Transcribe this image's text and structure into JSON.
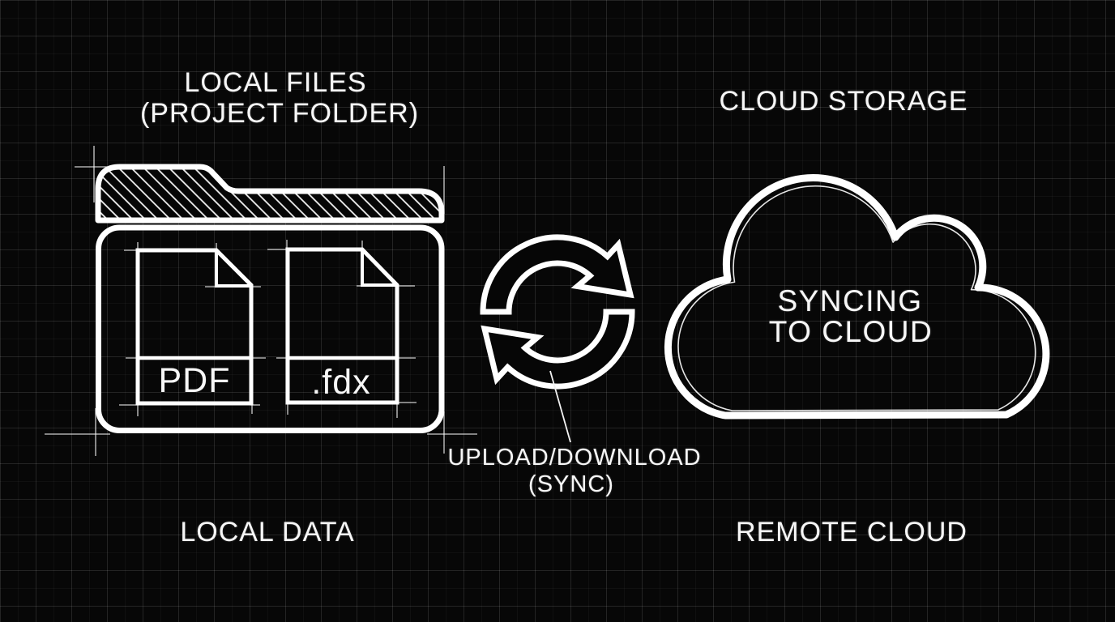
{
  "colors": {
    "background": "#070707",
    "line": "#FFFFFF",
    "grid_major": "#1F1F1F",
    "grid_minor": "#121212"
  },
  "left_section": {
    "title": "LOCAL FILES",
    "subtitle": "(PROJECT FOLDER)",
    "caption": "LOCAL DATA",
    "folder_icon": "folder-icon",
    "folder_files": [
      {
        "label": "PDF",
        "icon": "pdf-document-icon"
      },
      {
        "label": ".fdx",
        "icon": "fdx-document-icon"
      }
    ]
  },
  "center_section": {
    "icon": "sync-arrows-icon",
    "label_line1": "UPLOAD/DOWNLOAD",
    "label_line2": "(SYNC)"
  },
  "right_section": {
    "title": "CLOUD STORAGE",
    "icon": "cloud-icon",
    "cloud_text_line1": "SYNCING",
    "cloud_text_line2": "TO CLOUD",
    "caption": "REMOTE CLOUD"
  }
}
